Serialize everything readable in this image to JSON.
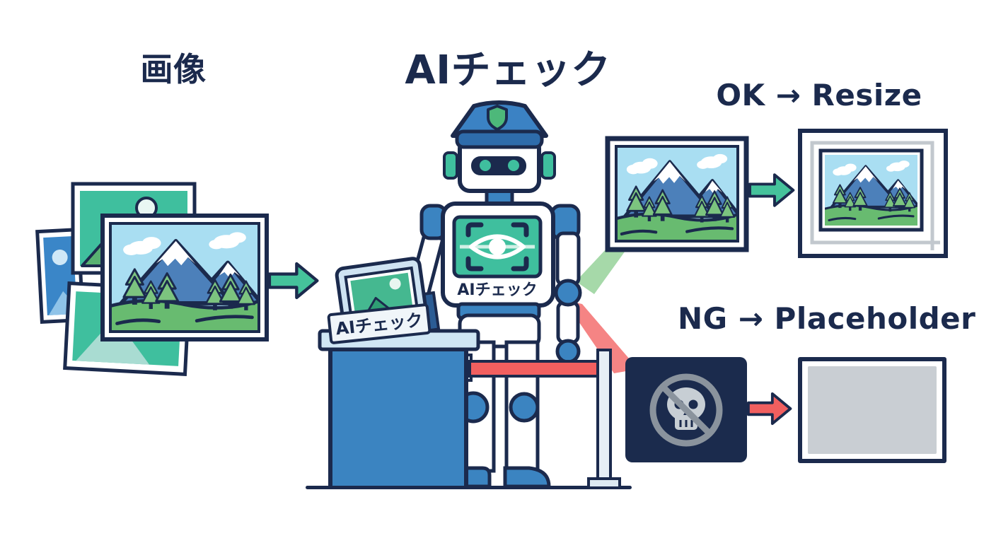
{
  "headings": {
    "source": "画像",
    "title": "AIチェック",
    "ok_branch": "OK → Resize",
    "ng_branch": "NG → Placeholder"
  },
  "robot": {
    "chest_label": "AIチェック"
  },
  "desk": {
    "sign_label": "AIチェック"
  },
  "icons": {
    "flow_arrow": "block-arrow-right-icon",
    "scanner": "eye-scan-icon",
    "hat_badge": "shield-icon",
    "rejected": "no-skull-icon",
    "photos": "mountain-photo-icon"
  },
  "colors": {
    "outline_navy": "#1b2a4d",
    "text_navy": "#1b2a4d",
    "robot_blue": "#3b84c1",
    "hat_blue": "#3b82c4",
    "teal": "#3fbf9e",
    "arrow_green": "#45c29b",
    "arrow_red": "#f15f5f",
    "sky_blue": "#a9def2",
    "mountain_blue": "#4c80ba",
    "meadow_green": "#68bb70",
    "tree_green": "#7cc47f",
    "counter_light_blue": "#cfe6f4",
    "rope_red": "#f15f5f",
    "ribbon_green": "#a6d9a9",
    "ribbon_red": "#f58484",
    "ng_card_navy": "#1b2b4d",
    "prohibition_gray": "#8a939d",
    "skull_gray": "#c7ced4",
    "placeholder_gray": "#c9ced3",
    "resize_guide_gray": "#c2c8ce"
  }
}
